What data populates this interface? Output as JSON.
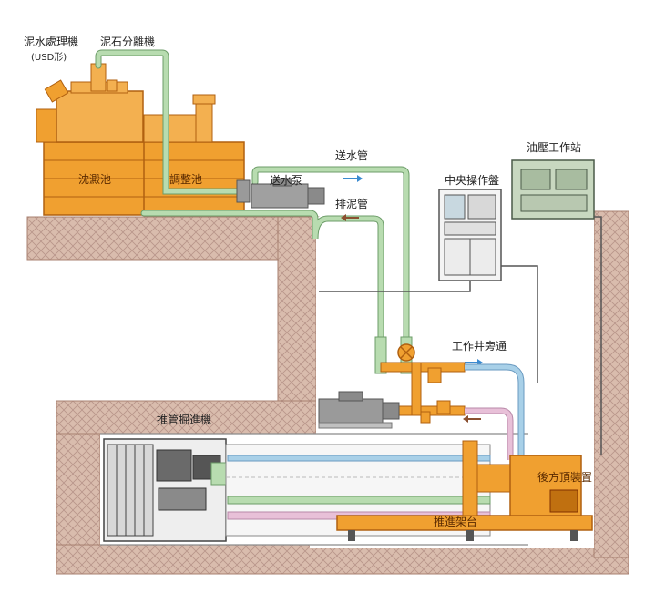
{
  "labels": {
    "slurry_plant": "泥水處理機",
    "slurry_plant_type": "(USD形)",
    "separator": "泥石分離機",
    "settling_tank": "沈澱池",
    "adjust_tank": "調整池",
    "feed_pipe": "送水管",
    "feed_pump": "送水泵",
    "discharge_pipe": "排泥管",
    "central_panel": "中央操作盤",
    "hydraulic_station": "油壓工作站",
    "bypass": "工作井旁通",
    "tbm": "推管掘進機",
    "jack": "後方頂裝置",
    "thrust_frame": "推進架台"
  },
  "colors": {
    "soil": "#d8b8a8",
    "soil_hatch": "#b89484",
    "equipment_orange": "#f0a030",
    "pipe_green": "#b8dcb0",
    "pipe_pink": "#e8c0d8",
    "pipe_blue": "#a8d0e8",
    "machine_grey": "#8a8a8a",
    "hydraulic_green": "#c8d8c0"
  }
}
